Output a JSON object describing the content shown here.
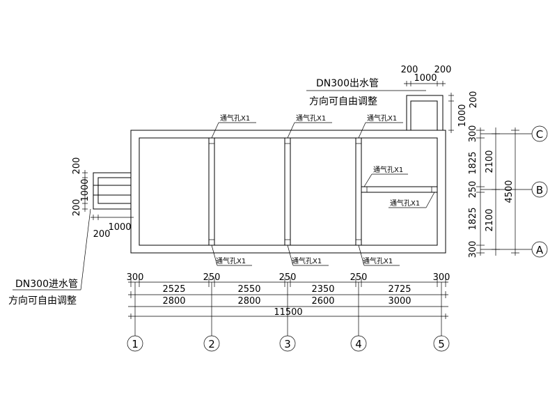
{
  "inlet": {
    "line1": "DN300进水管",
    "line2": "方向可自由调整",
    "dims": [
      "200",
      "1000",
      "200",
      "200",
      "1000"
    ]
  },
  "outlet": {
    "line1": "DN300出水管",
    "line2": "方向可自由调整",
    "dims": [
      "200",
      "1000",
      "200",
      "200",
      "1000"
    ]
  },
  "vent_label": "通气孔X1",
  "grid_x": [
    "1",
    "2",
    "3",
    "4",
    "5"
  ],
  "grid_y": [
    "C",
    "B",
    "A"
  ],
  "bottom_dims": {
    "walls": [
      "300",
      "250",
      "250",
      "250",
      "300"
    ],
    "clear": [
      "2525",
      "2550",
      "2350",
      "2725"
    ],
    "axis": [
      "2800",
      "2800",
      "2600",
      "3000"
    ],
    "total": "11500"
  },
  "right_dims": {
    "walls": [
      "300",
      "250",
      "300"
    ],
    "clear": [
      "1825",
      "1825"
    ],
    "axis": [
      "2100",
      "2100"
    ],
    "total": "4500"
  }
}
